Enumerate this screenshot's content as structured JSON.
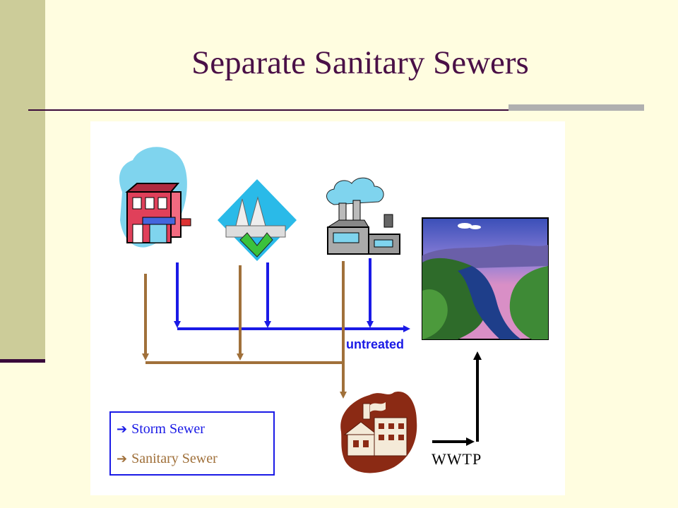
{
  "slide": {
    "title": "Separate Sanitary Sewers"
  },
  "diagram": {
    "untreated_label": "untreated",
    "wwtp_label": "WWTP",
    "icons": [
      "shop-building-icon",
      "power-plant-icon",
      "factory-icon",
      "river-landscape-icon",
      "treatment-plant-icon"
    ],
    "legend": {
      "items": [
        {
          "arrow": "➔",
          "label": "Storm Sewer",
          "color": "#1A1AE6"
        },
        {
          "arrow": "➔",
          "label": "Sanitary Sewer",
          "color": "#A0703A"
        }
      ]
    }
  },
  "colors": {
    "background": "#FFFDE0",
    "sidebar": "#CCCC99",
    "title": "#4A1047",
    "storm": "#1A1AE6",
    "sanitary": "#A0703A",
    "treated": "#000000"
  }
}
